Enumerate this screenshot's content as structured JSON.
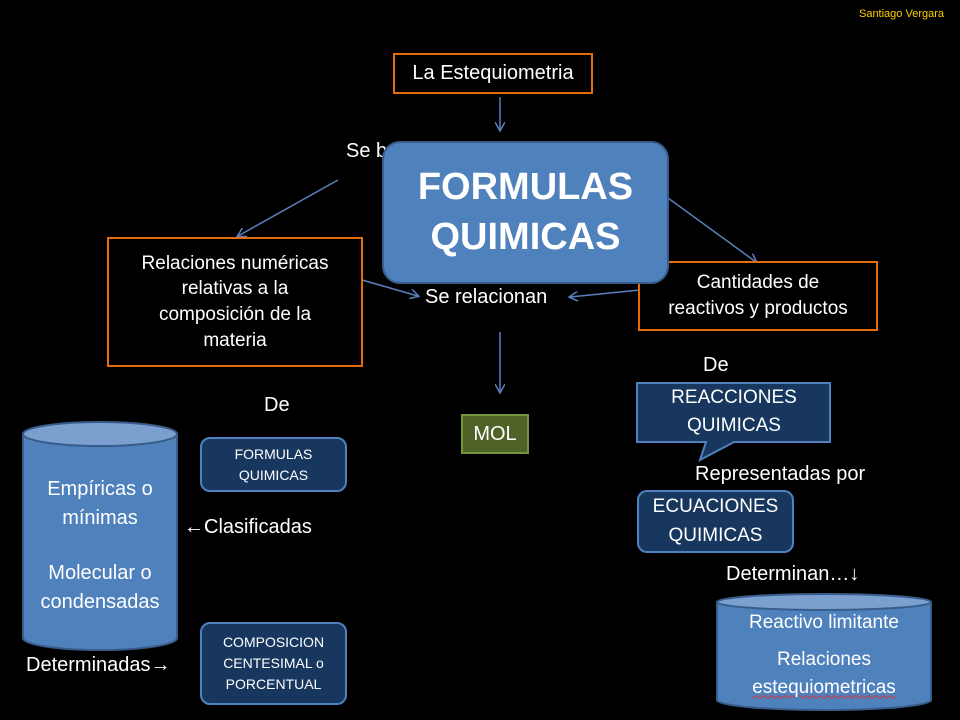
{
  "author": "Santiago Vergara",
  "title_box": "La Estequiometria",
  "se_basa_label": "Se b",
  "main_box": {
    "line1": "FORMULAS",
    "line2": "QUIMICAS"
  },
  "left_box": {
    "lines": [
      "Relaciones numéricas",
      "relativas a la",
      "composición de la",
      "materia"
    ]
  },
  "right_box": {
    "lines": [
      "Cantidades de",
      "reactivos y productos"
    ]
  },
  "se_relacionan": "Se relacionan",
  "mol": "MOL",
  "de_left": "De",
  "de_right": "De",
  "formulas_small": {
    "line1": "FORMULAS",
    "line2": "QUIMICAS"
  },
  "left_cylinder": {
    "line1": "Empíricas o",
    "line2": "mínimas",
    "line3": "Molecular o",
    "line4": "condensadas"
  },
  "clasificadas": "←Clasificadas",
  "determinadas": "Determinadas→",
  "composicion_box": {
    "line1": "COMPOSICION",
    "line2": "CENTESIMAL o",
    "line3": "PORCENTUAL"
  },
  "reacciones_callout": {
    "line1": "REACCIONES",
    "line2": "QUIMICAS"
  },
  "representadas_por": "Representadas por",
  "ecuaciones_box": {
    "line1": "ECUACIONES",
    "line2": "QUIMICAS"
  },
  "determinan": "Determinan…↓",
  "right_cylinder": {
    "line1": "Reactivo limitante",
    "line2": "Relaciones",
    "line3": "estequiometricas"
  },
  "colors": {
    "background": "#000000",
    "orange_border": "#e46c0a",
    "main_blue": "#4f81bd",
    "navy": "#17375e",
    "mol_green": "#4f6228",
    "arrow_blue": "#5b7fbf",
    "author_yellow": "#ffd000"
  }
}
